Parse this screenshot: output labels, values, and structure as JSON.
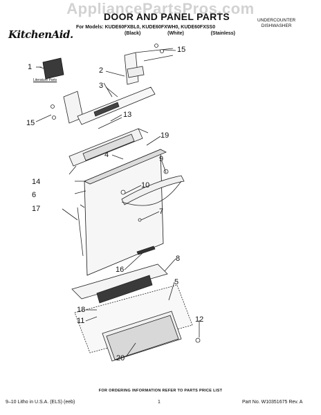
{
  "watermark": "AppliancePartsPros.com",
  "header": {
    "title": "DOOR AND PANEL PARTS",
    "models_line": "For Models: KUDE60FXBL0, KUDE60FXWH0, KUDE60FXSS0",
    "variants": [
      "(Black)",
      "(White)",
      "(Stainless)"
    ],
    "product_type_line1": "UNDERCOUNTER",
    "product_type_line2": "DISHWASHER",
    "brand": "KitchenAid."
  },
  "diagram": {
    "literature_label": "Literature Parts",
    "callouts": [
      "1",
      "2",
      "3",
      "15",
      "15",
      "13",
      "19",
      "4",
      "9",
      "14",
      "6",
      "10",
      "17",
      "7",
      "16",
      "8",
      "5",
      "18",
      "11",
      "12",
      "20"
    ]
  },
  "footer": {
    "ordering_note": "FOR ORDERING INFORMATION REFER TO PARTS PRICE LIST",
    "litho": "9–10 Litho in U.S.A. (ELS) (eeb)",
    "page": "1",
    "part_no": "Part No. W10351675 Rev. A"
  }
}
